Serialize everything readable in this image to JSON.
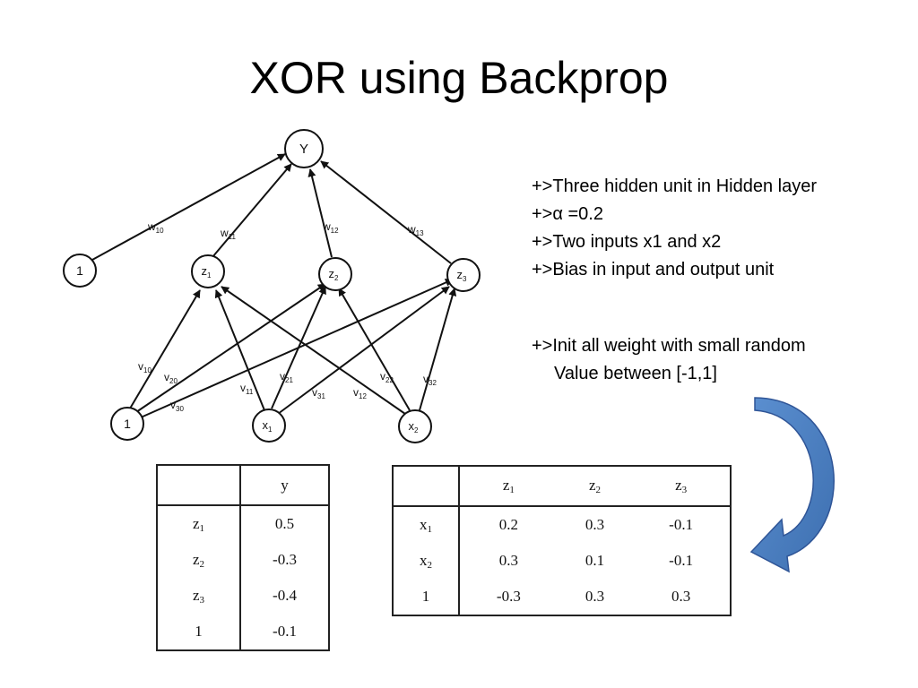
{
  "title": "XOR using Backprop",
  "network": {
    "nodes": {
      "Y": "Y",
      "bias_hidden": "1",
      "z1": "z",
      "z1_sub": "1",
      "z2": "z",
      "z2_sub": "2",
      "z3": "z",
      "z3_sub": "3",
      "bias_input": "1",
      "x1": "x",
      "x1_sub": "1",
      "x2": "x",
      "x2_sub": "2"
    },
    "weights": {
      "w10": {
        "base": "w",
        "sub": "10"
      },
      "w11": {
        "base": "w",
        "sub": "11"
      },
      "w12": {
        "base": "w",
        "sub": "12"
      },
      "w13": {
        "base": "w",
        "sub": "13"
      },
      "v10": {
        "base": "v",
        "sub": "10"
      },
      "v20": {
        "base": "v",
        "sub": "20"
      },
      "v30": {
        "base": "v",
        "sub": "30"
      },
      "v11": {
        "base": "v",
        "sub": "11"
      },
      "v21": {
        "base": "v",
        "sub": "21"
      },
      "v31": {
        "base": "v",
        "sub": "31"
      },
      "v12": {
        "base": "v",
        "sub": "12"
      },
      "v22": {
        "base": "v",
        "sub": "22"
      },
      "v32": {
        "base": "v",
        "sub": "32"
      }
    }
  },
  "notes": [
    "+>Three hidden unit in Hidden layer",
    "+>α =0.2",
    "+>Two inputs x1 and x2",
    "+>Bias in input and output unit",
    "+>Init all weight with small random",
    "Value between [-1,1]"
  ],
  "table_hidden_output": {
    "header": [
      "",
      "y"
    ],
    "rows": [
      {
        "label": "z",
        "sub": "1",
        "y": "0.5"
      },
      {
        "label": "z",
        "sub": "2",
        "y": "-0.3"
      },
      {
        "label": "z",
        "sub": "3",
        "y": "-0.4"
      },
      {
        "label": "1",
        "sub": "",
        "y": "-0.1"
      }
    ]
  },
  "table_input_hidden": {
    "header": [
      {
        "label": "",
        "sub": ""
      },
      {
        "label": "z",
        "sub": "1"
      },
      {
        "label": "z",
        "sub": "2"
      },
      {
        "label": "z",
        "sub": "3"
      }
    ],
    "rows": [
      {
        "label": "x",
        "sub": "1",
        "values": [
          "0.2",
          "0.3",
          "-0.1"
        ]
      },
      {
        "label": "x",
        "sub": "2",
        "values": [
          "0.3",
          "0.1",
          "-0.1"
        ]
      },
      {
        "label": "1",
        "sub": "",
        "values": [
          "-0.3",
          "0.3",
          "0.3"
        ]
      }
    ]
  },
  "colors": {
    "arrow_fill": "#4f81bd",
    "arrow_stroke": "#2f5597",
    "ink": "#111111"
  }
}
